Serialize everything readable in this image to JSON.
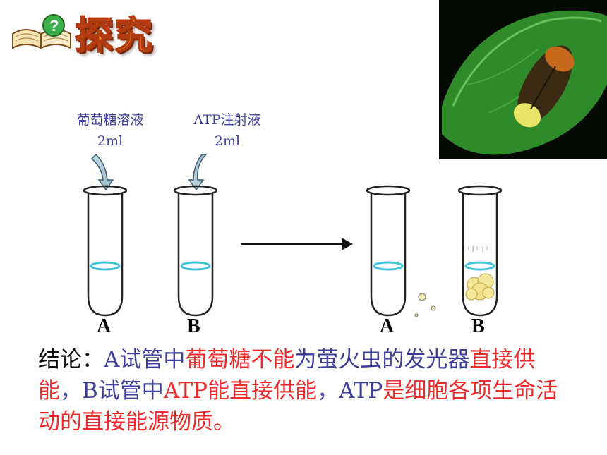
{
  "header": {
    "title": "探究"
  },
  "labels": {
    "tube_a_line1": "葡萄糖溶液",
    "tube_a_line2": "2ml",
    "tube_b_line1": "ATP注射液",
    "tube_b_line2": "2ml"
  },
  "tubes": {
    "before_a": "A",
    "before_b": "B",
    "after_a": "A",
    "after_b": "B"
  },
  "conclusion": {
    "p1": "结论：",
    "p2": "A试管中",
    "p3": "葡萄糖不能",
    "p4": "为萤火虫的发光器",
    "p5": "直接供能",
    "p6": "，B试管中",
    "p7": "ATP能直接供能",
    "p8": "，ATP",
    "p9": "是细胞各项生命活动的直接能源物质。"
  },
  "colors": {
    "accent_blue": "#3d3d9a",
    "accent_red": "#ee2a2a",
    "title_gold": "#f3b01e",
    "liquid_cyan": "#3ec6d8"
  }
}
